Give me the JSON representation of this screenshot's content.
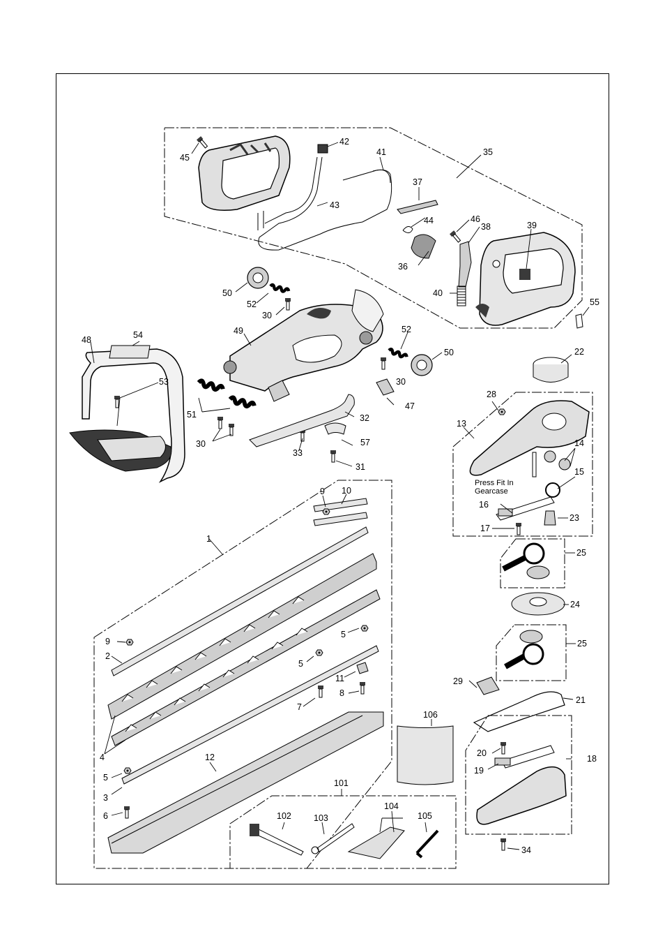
{
  "colors": {
    "ink": "#000000",
    "paper": "#ffffff",
    "part_fill": "#d9d9d9",
    "part_dark": "#3a3a3a"
  },
  "note": {
    "line1": "Press Fit In",
    "line2": "Gearcase"
  },
  "callouts": {
    "c45": "45",
    "c42": "42",
    "c41": "41",
    "c35": "35",
    "c37": "37",
    "c43": "43",
    "c44": "44",
    "c46": "46",
    "c38": "38",
    "c39": "39",
    "c36": "36",
    "c40": "40",
    "c55": "55",
    "c50a": "50",
    "c52a": "52",
    "c30a": "30",
    "c49": "49",
    "c52b": "52",
    "c50b": "50",
    "c48": "48",
    "c54": "54",
    "c53": "53",
    "c51": "51",
    "c30b": "30",
    "c30c": "30",
    "c33": "33",
    "c32": "32",
    "c47": "47",
    "c57": "57",
    "c31": "31",
    "c22": "22",
    "c28": "28",
    "c13": "13",
    "c14": "14",
    "c15": "15",
    "c16": "16",
    "c17": "17",
    "c23": "23",
    "c25a": "25",
    "c24": "24",
    "c25b": "25",
    "c29": "29",
    "c21": "21",
    "c18": "18",
    "c20": "20",
    "c19": "19",
    "c34": "34",
    "c1": "1",
    "c9a": "9",
    "c10": "10",
    "c9b": "9",
    "c2": "2",
    "c5a": "5",
    "c5b": "5",
    "c11": "11",
    "c8": "8",
    "c7": "7",
    "c4": "4",
    "c12": "12",
    "c5c": "5",
    "c3": "3",
    "c6": "6",
    "c101": "101",
    "c102": "102",
    "c103": "103",
    "c104": "104",
    "c105": "105",
    "c106": "106"
  }
}
